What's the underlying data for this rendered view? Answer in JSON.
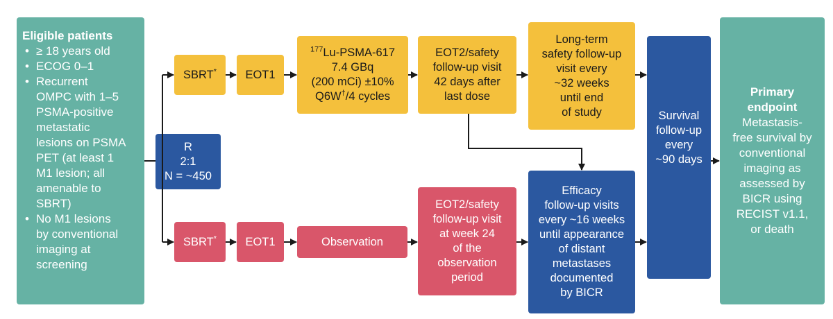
{
  "eligible": {
    "title": "Eligible patients",
    "items": [
      [
        "≥ 18 years old"
      ],
      [
        "ECOG 0–1"
      ],
      [
        "Recurrent",
        "OMPC with 1–5",
        "PSMA-positive",
        "metastatic",
        "lesions on PSMA",
        "PET (at least 1",
        "M1 lesion; all",
        "amenable to",
        "SBRT)"
      ],
      [
        "No M1 lesions",
        "by conventional",
        "imaging at",
        "screening"
      ]
    ]
  },
  "randomization": {
    "lines": [
      "R",
      "2:1",
      "N = ~450"
    ]
  },
  "arm_treatment": {
    "sbrt": "SBRT",
    "sbrt_mark": "*",
    "eot1": "EOT1",
    "lu_sup": "177",
    "lu_name": "Lu-PSMA-617",
    "lu_dose": "7.4 GBq",
    "lu_mci": "(200 mCi) ±10%",
    "lu_sched_a": "Q6W",
    "lu_sched_sup": "†",
    "lu_sched_b": "/4 cycles",
    "eot2": [
      "EOT2/safety",
      "follow-up visit",
      "42 days after",
      "last dose"
    ],
    "longterm": [
      "Long-term",
      "safety follow-up",
      "visit every",
      "~32 weeks",
      "until end",
      "of study"
    ]
  },
  "arm_observation": {
    "sbrt": "SBRT",
    "sbrt_mark": "*",
    "eot1": "EOT1",
    "observation": "Observation",
    "eot2": [
      "EOT2/safety",
      "follow-up visit",
      "at week 24",
      "of the",
      "observation",
      "period"
    ],
    "efficacy": [
      "Efficacy",
      "follow-up visits",
      "every ~16 weeks",
      "until appearance",
      "of distant",
      "metastases",
      "documented",
      "by BICR"
    ]
  },
  "survival": [
    "Survival",
    "follow-up",
    "every",
    "~90 days"
  ],
  "primary": {
    "title": [
      "Primary",
      "endpoint"
    ],
    "text": [
      "Metastasis-",
      "free survival by",
      "conventional",
      "imaging as",
      "assessed by",
      "BICR using",
      "RECIST v1.1,",
      "or death"
    ]
  },
  "colors": {
    "teal": "#66b2a4",
    "yellow": "#f4c03c",
    "red": "#d9566a",
    "blue": "#2b58a0",
    "arrow": "#1a1a1a"
  }
}
